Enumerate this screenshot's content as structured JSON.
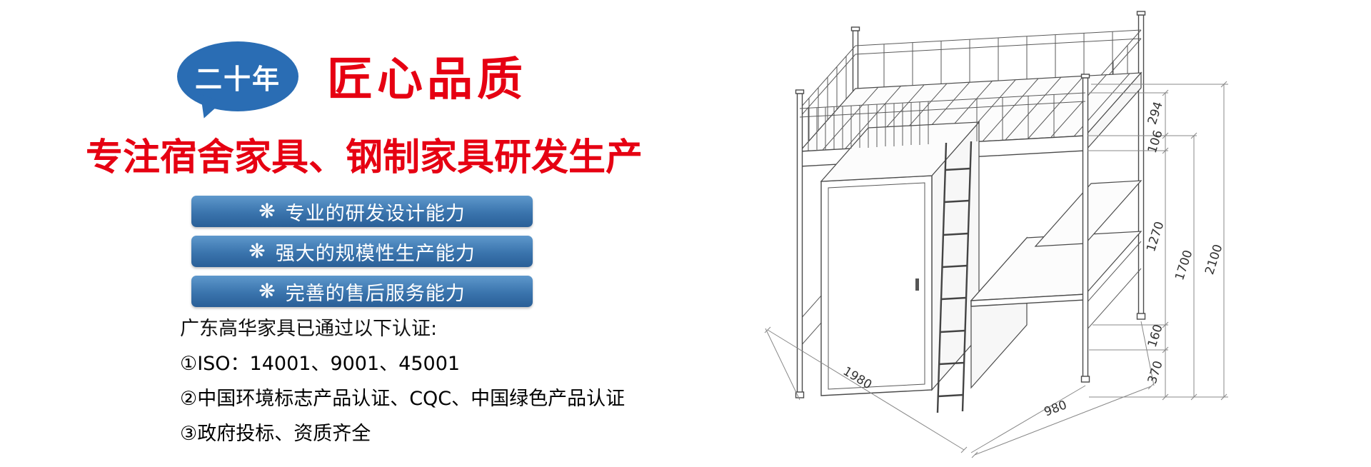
{
  "banner": {
    "badge_text": "二十年",
    "badge_title": "匠心品质",
    "headline": "专注宿舍家具、钢制家具研发生产"
  },
  "features": [
    {
      "icon": "❋",
      "label": "专业的研发设计能力"
    },
    {
      "icon": "❋",
      "label": "强大的规模性生产能力"
    },
    {
      "icon": "❋",
      "label": "完善的售后服务能力"
    }
  ],
  "certifications": {
    "title": "广东高华家具已通过以下认证:",
    "items": [
      "①ISO：14001、9001、45001",
      "②中国环境标志产品认证、CQC、中国绿色产品认证",
      "③政府投标、资质齐全"
    ]
  },
  "drawing": {
    "name": "loft-bed-technical-drawing",
    "dims": {
      "rail_height": "294",
      "frame_thickness": "106",
      "under_bed_clearance": "1270",
      "platform_height": "1700",
      "total_height": "2100",
      "shelf_gap": "160",
      "base_height": "370",
      "bed_length": "1980",
      "bed_width": "980"
    }
  },
  "colors": {
    "accent_red": "#e60012",
    "bar_blue": "#2a5f97",
    "bubble_blue": "#2a6db4"
  }
}
